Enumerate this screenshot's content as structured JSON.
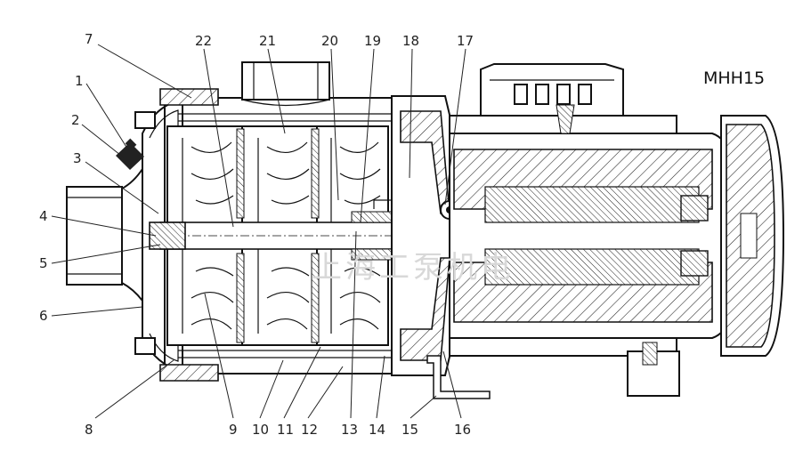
{
  "model": "MHH15",
  "watermark": "上海工泵机电",
  "callouts": [
    "1",
    "2",
    "3",
    "4",
    "5",
    "6",
    "7",
    "8",
    "9",
    "10",
    "11",
    "12",
    "13",
    "14",
    "15",
    "16",
    "17",
    "18",
    "19",
    "20",
    "21",
    "22"
  ]
}
